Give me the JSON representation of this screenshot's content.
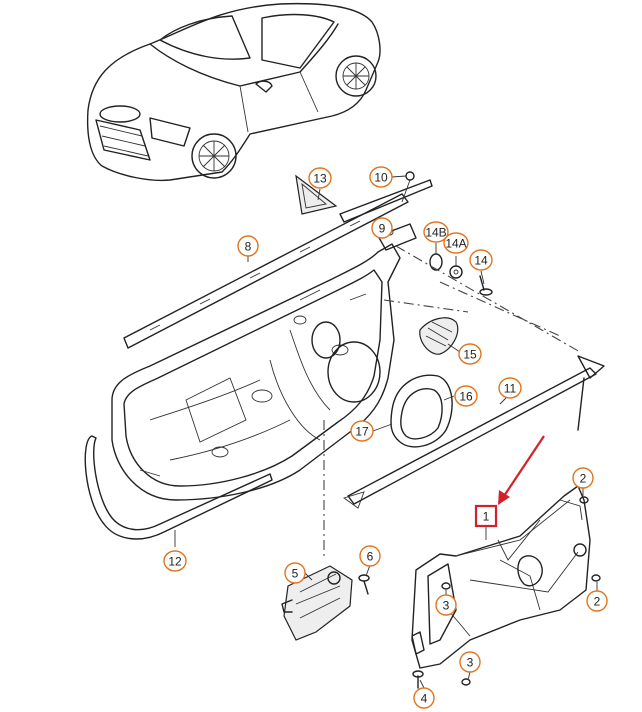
{
  "callouts": [
    {
      "id": "c1",
      "label": "1",
      "highlighted": true
    },
    {
      "id": "c2a",
      "label": "2"
    },
    {
      "id": "c2b",
      "label": "2"
    },
    {
      "id": "c3a",
      "label": "3"
    },
    {
      "id": "c3b",
      "label": "3"
    },
    {
      "id": "c4",
      "label": "4"
    },
    {
      "id": "c5",
      "label": "5"
    },
    {
      "id": "c6",
      "label": "6"
    },
    {
      "id": "c8",
      "label": "8"
    },
    {
      "id": "c9",
      "label": "9"
    },
    {
      "id": "c10",
      "label": "10"
    },
    {
      "id": "c11",
      "label": "11"
    },
    {
      "id": "c12",
      "label": "12"
    },
    {
      "id": "c13",
      "label": "13"
    },
    {
      "id": "c14",
      "label": "14"
    },
    {
      "id": "c14a",
      "label": "14A"
    },
    {
      "id": "c14b",
      "label": "14B"
    },
    {
      "id": "c15",
      "label": "15"
    },
    {
      "id": "c16",
      "label": "16"
    },
    {
      "id": "c17",
      "label": "17"
    }
  ],
  "colors": {
    "callout_ring": "#e0751f",
    "highlight": "#d4202a",
    "line": "#222222"
  }
}
